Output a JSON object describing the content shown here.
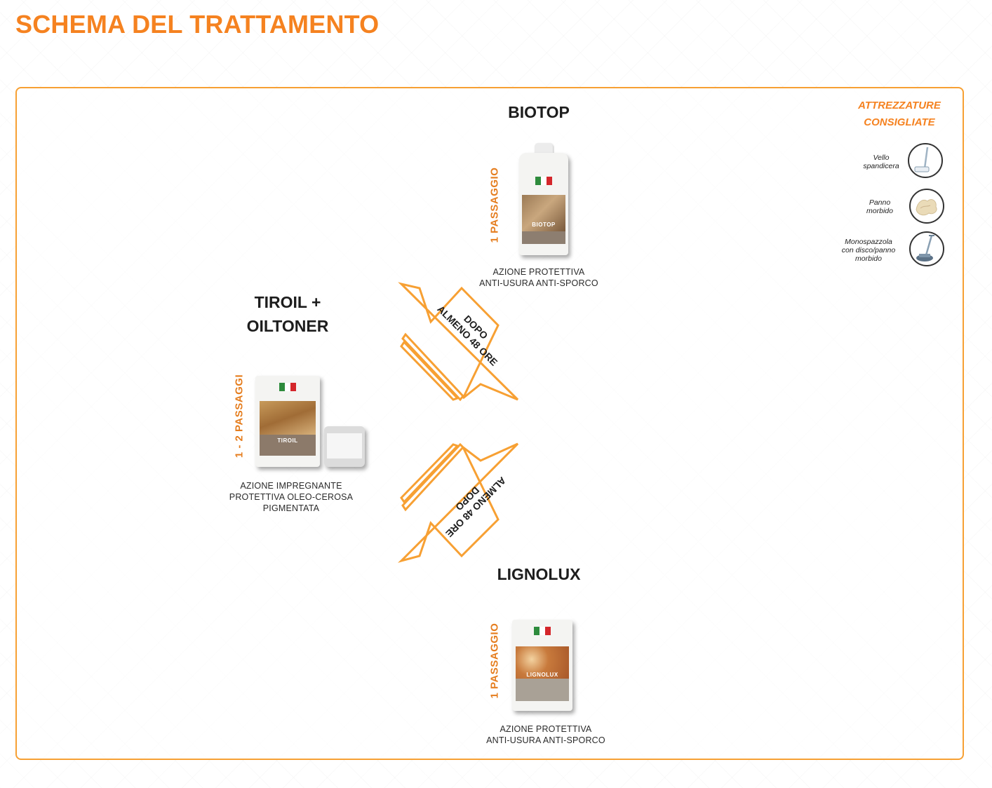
{
  "page": {
    "title": "SCHEMA DEL TRATTAMENTO"
  },
  "colors": {
    "accent": "#f58220",
    "frame": "#f7a033",
    "text": "#1d1d1d"
  },
  "equipment": {
    "title_line1": "ATTREZZATURE",
    "title_line2": "CONSIGLIATE",
    "items": [
      {
        "label_lines": [
          "Vello",
          "spandicera"
        ],
        "icon": "wax-applicator-icon"
      },
      {
        "label_lines": [
          "Panno",
          "morbido"
        ],
        "icon": "soft-cloth-icon"
      },
      {
        "label_lines": [
          "Monospazzola",
          "con disco/panno",
          "morbido"
        ],
        "icon": "floor-machine-icon"
      }
    ]
  },
  "products": {
    "tiroil": {
      "title_line1": "TIROIL +",
      "title_line2": "OILTONER",
      "passes": "1 - 2 PASSAGGI",
      "pack_label": "TIROIL",
      "desc_lines": [
        "AZIONE IMPREGNANTE",
        "PROTETTIVA OLEO-CEROSA",
        "PIGMENTATA"
      ]
    },
    "biotop": {
      "title": "BIOTOP",
      "passes": "1 PASSAGGIO",
      "pack_label": "BIOTOP",
      "desc_lines": [
        "AZIONE PROTETTIVA",
        "ANTI-USURA ANTI-SPORCO"
      ]
    },
    "lignolux": {
      "title": "LIGNOLUX",
      "passes": "1 PASSAGGIO",
      "pack_label": "LIGNOLUX",
      "desc_lines": [
        "AZIONE PROTETTIVA",
        "ANTI-USURA ANTI-SPORCO"
      ]
    }
  },
  "arrows": {
    "upper": {
      "line1": "DOPO",
      "line2": "ALMENO 48 ORE"
    },
    "lower": {
      "line1": "ALMENO 48 ORE",
      "line2": "DOPO"
    }
  }
}
